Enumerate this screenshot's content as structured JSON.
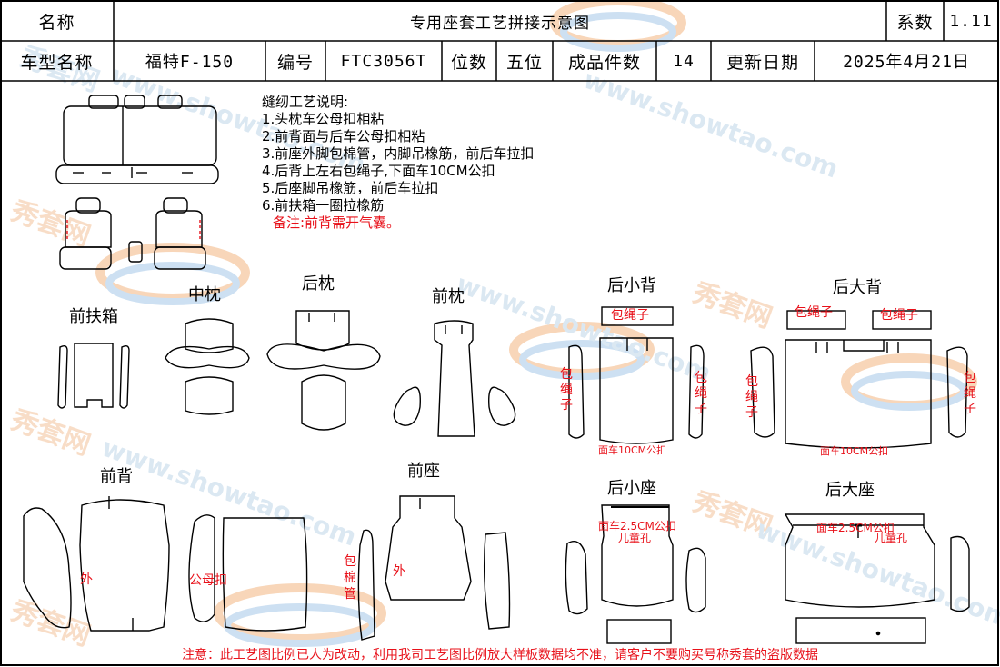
{
  "header": {
    "name_label": "名称",
    "title": "专用座套工艺拼接示意图",
    "coef_label": "系数",
    "coef_value": "1.11",
    "model_label": "车型名称",
    "model_value": "福特F-150",
    "code_label": "编号",
    "code_value": "FTC3056T",
    "seats_label": "位数",
    "seats_value": "五位",
    "pieces_label": "成品件数",
    "pieces_value": "14",
    "date_label": "更新日期",
    "date_value": "2025年4月21日"
  },
  "notes": {
    "title": "缝纫工艺说明:",
    "lines": [
      "1.头枕车公母扣相粘",
      "2.前背面与后车公母扣相粘",
      "3.前座外脚包棉管，内脚吊橡筋，前后车拉扣",
      "4.后背上左右包绳子,下面车10CM公扣",
      "5.后座脚吊橡筋，前后车拉扣",
      "6.前扶箱一圈拉橡筋"
    ],
    "remark": "备注:前背需开气囊。"
  },
  "sections": {
    "front_armrest": "前扶箱",
    "middle_headrest": "中枕",
    "rear_headrest": "后枕",
    "front_headrest": "前枕",
    "rear_small_back": "后小背",
    "rear_large_back": "后大背",
    "front_back": "前背",
    "front_seat": "前座",
    "rear_small_seat": "后小座",
    "rear_large_seat": "后大座"
  },
  "annotations": {
    "rope": "包绳子",
    "rope_vertical": [
      "包",
      "绳",
      "子"
    ],
    "back_bottom_hook": "面车10CM公扣",
    "outer": "外",
    "snap": "公母扣",
    "cotton_tube": [
      "包",
      "棉",
      "管"
    ],
    "seat_top_hook": "面车2.5CM公扣",
    "child_hole": "儿童孔"
  },
  "watermark": {
    "brand": "秀套网",
    "url": "www.showtao.com"
  },
  "footer": "注意：此工艺图比例已人为改动，利用我司工艺图比例放大样板数据均不准，请客户不要购买号称秀套的盗版数据",
  "colors": {
    "line": "#000000",
    "annotation": "#e8111a",
    "watermark_text": "#cfe0ee",
    "watermark_orange": "#f6c9a2",
    "watermark_blue": "#bcd6ee"
  }
}
